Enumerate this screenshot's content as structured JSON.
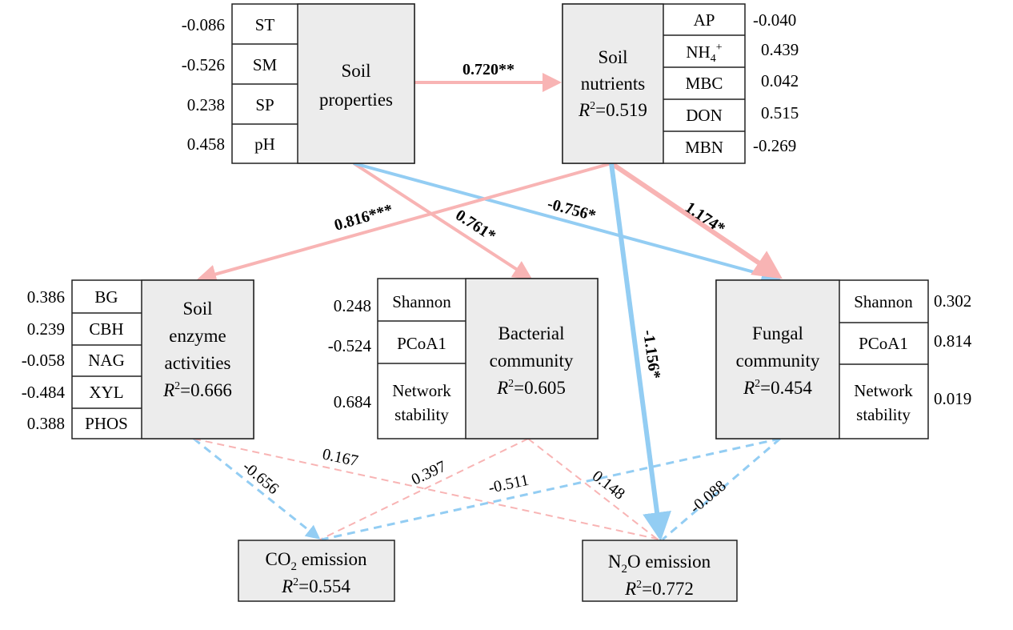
{
  "colors": {
    "positive": "#f8b4b4",
    "negative": "#93cdf3",
    "box_fill": "#ececec",
    "box_stroke": "#222222"
  },
  "boxes": {
    "soil_properties": {
      "label_lines": [
        "Soil",
        "properties"
      ],
      "indicators": [
        {
          "name": "ST",
          "value": "-0.086"
        },
        {
          "name": "SM",
          "value": "-0.526"
        },
        {
          "name": "SP",
          "value": "0.238"
        },
        {
          "name": "pH",
          "value": "0.458"
        }
      ]
    },
    "soil_nutrients": {
      "label_lines": [
        "Soil",
        "nutrients"
      ],
      "r2": "=0.519",
      "indicators": [
        {
          "name": "AP",
          "value": "-0.040"
        },
        {
          "name": "NH",
          "sub": "4",
          "sup": "+",
          "value": "0.439"
        },
        {
          "name": "MBC",
          "value": "0.042"
        },
        {
          "name": "DON",
          "value": "0.515"
        },
        {
          "name": "MBN",
          "value": "-0.269"
        }
      ]
    },
    "soil_enzyme": {
      "label_lines": [
        "Soil",
        "enzyme",
        "activities"
      ],
      "r2": "=0.666",
      "indicators": [
        {
          "name": "BG",
          "value": "0.386"
        },
        {
          "name": "CBH",
          "value": "0.239"
        },
        {
          "name": "NAG",
          "value": "-0.058"
        },
        {
          "name": "XYL",
          "value": "-0.484"
        },
        {
          "name": "PHOS",
          "value": "0.388"
        }
      ]
    },
    "bacterial": {
      "label_lines": [
        "Bacterial",
        "community"
      ],
      "r2": "=0.605",
      "indicators": [
        {
          "name": "Shannon",
          "value": "0.248"
        },
        {
          "name": "PCoA1",
          "value": "-0.524"
        },
        {
          "name_lines": [
            "Network",
            "stability"
          ],
          "value": "0.684"
        }
      ]
    },
    "fungal": {
      "label_lines": [
        "Fungal",
        "community"
      ],
      "r2": "=0.454",
      "indicators": [
        {
          "name": "Shannon",
          "value": "0.302"
        },
        {
          "name": "PCoA1",
          "value": "0.814"
        },
        {
          "name_lines": [
            "Network",
            "stability"
          ],
          "value": "0.019"
        }
      ]
    },
    "co2": {
      "label_main": "CO",
      "label_sub": "2",
      "label_rest": " emission",
      "r2": "=0.554"
    },
    "n2o": {
      "label_main": "N",
      "label_sub": "2",
      "label_rest": "O emission",
      "r2": "=0.772"
    }
  },
  "r2_symbol": "R",
  "r2_sup": "2",
  "paths": [
    {
      "id": "props-nutrients",
      "coef": "0.720**",
      "sign": "positive",
      "style": "solid"
    },
    {
      "id": "nutrients-enzyme",
      "coef": "0.816***",
      "sign": "positive",
      "style": "solid"
    },
    {
      "id": "props-bacterial",
      "coef": "0.761*",
      "sign": "positive",
      "style": "solid"
    },
    {
      "id": "props-fungal",
      "coef": "-0.756*",
      "sign": "negative",
      "style": "solid"
    },
    {
      "id": "nutrients-fungal",
      "coef": "1.174*",
      "sign": "positive",
      "style": "solid"
    },
    {
      "id": "nutrients-n2o",
      "coef": "-1.156*",
      "sign": "negative",
      "style": "solid"
    },
    {
      "id": "enzyme-co2",
      "coef": "-0.656",
      "sign": "negative",
      "style": "dashed"
    },
    {
      "id": "enzyme-n2o",
      "coef": "0.167",
      "sign": "positive",
      "style": "dashed"
    },
    {
      "id": "bacterial-co2",
      "coef": "0.397",
      "sign": "positive",
      "style": "dashed"
    },
    {
      "id": "bacterial-n2o",
      "coef": "0.148",
      "sign": "positive",
      "style": "dashed"
    },
    {
      "id": "fungal-co2",
      "coef": "-0.511",
      "sign": "negative",
      "style": "dashed"
    },
    {
      "id": "fungal-n2o",
      "coef": "-0.088",
      "sign": "negative",
      "style": "dashed"
    }
  ]
}
